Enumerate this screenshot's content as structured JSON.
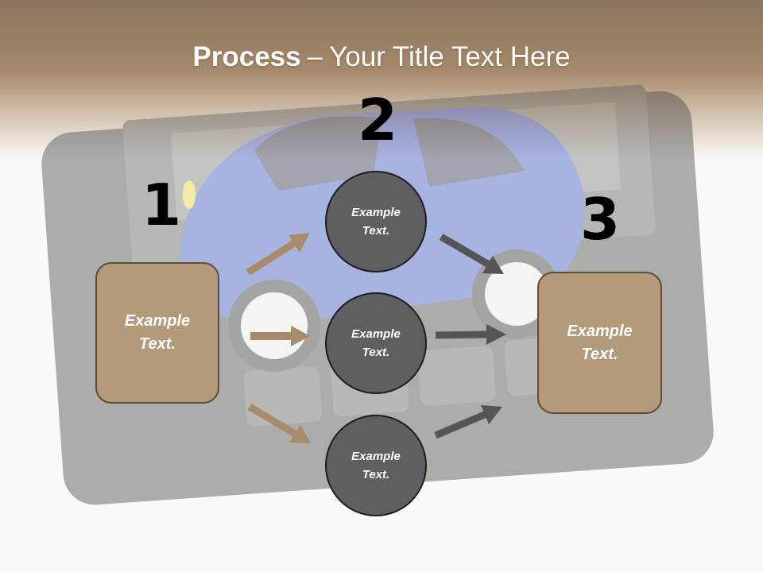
{
  "title": {
    "bold": "Process",
    "dash": "–",
    "rest": "Your Title Text Here"
  },
  "steps": [
    "1",
    "2",
    "3"
  ],
  "left_box": {
    "text": "Example Text."
  },
  "circles": [
    {
      "text": "Example Text."
    },
    {
      "text": "Example Text."
    },
    {
      "text": "Example Text."
    }
  ],
  "right_box": {
    "text": "Example Text."
  },
  "colors": {
    "box_fill": "#b29a7a",
    "box_border": "#5e4b39",
    "circle_fill": "#5f5f61",
    "brown_arrow": "#a78b6a",
    "gray_arrow": "#555555"
  }
}
